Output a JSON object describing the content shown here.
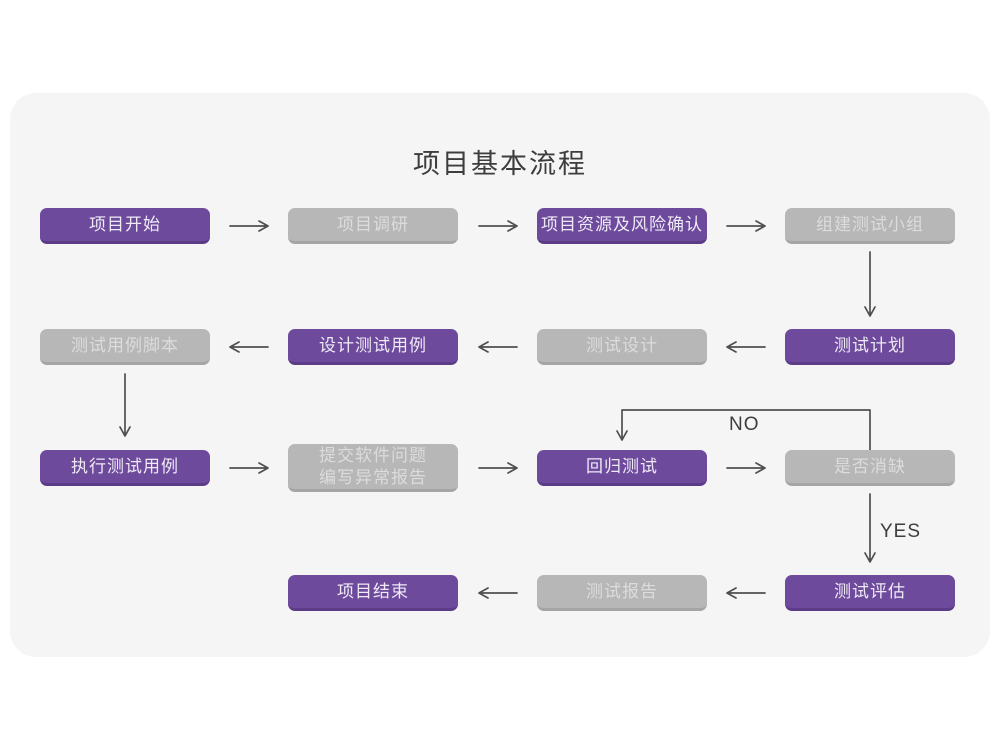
{
  "title": "项目基本流程",
  "labels": {
    "no": "NO",
    "yes": "YES"
  },
  "colors": {
    "card": "#f5f5f6",
    "ink": "#3d3d3d",
    "purple": "#6d4a9c",
    "purpleDark": "#5c3c86",
    "purpleText": "#efeaf6",
    "gray": "#b7b7b7",
    "grayDark": "#a5a5a5",
    "grayText": "#dcdcdc",
    "arrow": "#4f4f4f"
  },
  "nodes": [
    {
      "label": "项目开始",
      "variant": "purple"
    },
    {
      "label": "项目调研",
      "variant": "gray"
    },
    {
      "label": "项目资源及风险确认",
      "variant": "purple"
    },
    {
      "label": "组建测试小组",
      "variant": "gray"
    },
    {
      "label": "测试用例脚本",
      "variant": "gray"
    },
    {
      "label": "设计测试用例",
      "variant": "purple"
    },
    {
      "label": "测试设计",
      "variant": "gray"
    },
    {
      "label": "测试计划",
      "variant": "purple"
    },
    {
      "label": "执行测试用例",
      "variant": "purple"
    },
    {
      "label": "提交软件问题",
      "label2": "编写异常报告",
      "variant": "gray"
    },
    {
      "label": "回归测试",
      "variant": "purple"
    },
    {
      "label": "是否消缺",
      "variant": "gray"
    },
    {
      "label": "项目结束",
      "variant": "purple"
    },
    {
      "label": "测试报告",
      "variant": "gray"
    },
    {
      "label": "测试评估",
      "variant": "purple"
    }
  ]
}
